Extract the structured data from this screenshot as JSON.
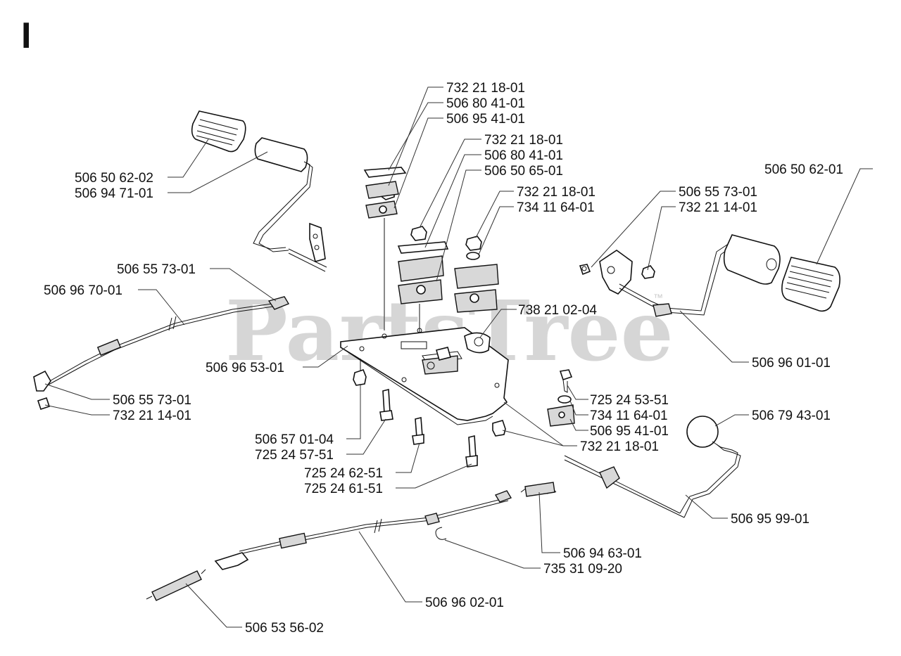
{
  "section_letter": "I",
  "watermark": {
    "text": "PartsTree",
    "tm": "™"
  },
  "callouts": [
    "732 21 18-01",
    "506 80 41-01",
    "506 95 41-01",
    "732 21 18-01",
    "506 80 41-01",
    "506 50 65-01",
    "732 21 18-01",
    "734 11 64-01",
    "506 50 62-02",
    "506 94 71-01",
    "506 55 73-01",
    "732 21 14-01",
    "506 50 62-01",
    "506 55 73-01",
    "506 96 70-01",
    "738 21 02-04",
    "506 96 53-01",
    "506 96 01-01",
    "506 55 73-01",
    "732 21 14-01",
    "725 24 53-51",
    "734 11 64-01",
    "506 95 41-01",
    "506 79 43-01",
    "506 57 01-04",
    "725 24 57-51",
    "732 21 18-01",
    "725 24 62-51",
    "725 24 61-51",
    "506 95 99-01",
    "506 94 63-01",
    "735 31 09-20",
    "506 96 02-01",
    "506 53 56-02"
  ]
}
